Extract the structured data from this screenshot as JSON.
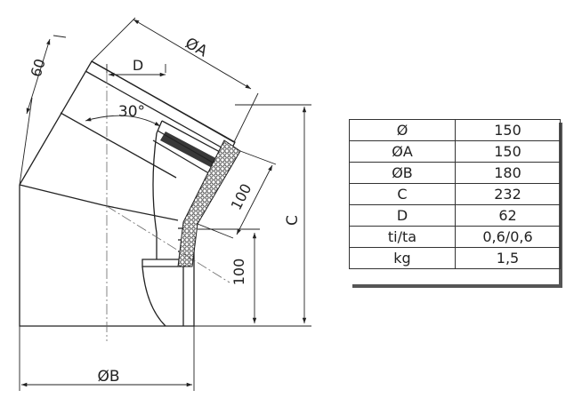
{
  "dimensions": {
    "phi_a": "ØA",
    "phi_b": "ØB",
    "d": "D",
    "c": "C",
    "len_60": "60",
    "angle_30": "30°",
    "len_100_upper": "100",
    "len_100_lower": "100"
  },
  "spec_table": {
    "rows": [
      {
        "key": "Ø",
        "value": "150"
      },
      {
        "key": "ØA",
        "value": "150"
      },
      {
        "key": "ØB",
        "value": "180"
      },
      {
        "key": "C",
        "value": "232"
      },
      {
        "key": "D",
        "value": "62"
      },
      {
        "key": "ti/ta",
        "value": "0,6/0,6"
      },
      {
        "key": "kg",
        "value": "1,5"
      }
    ]
  }
}
